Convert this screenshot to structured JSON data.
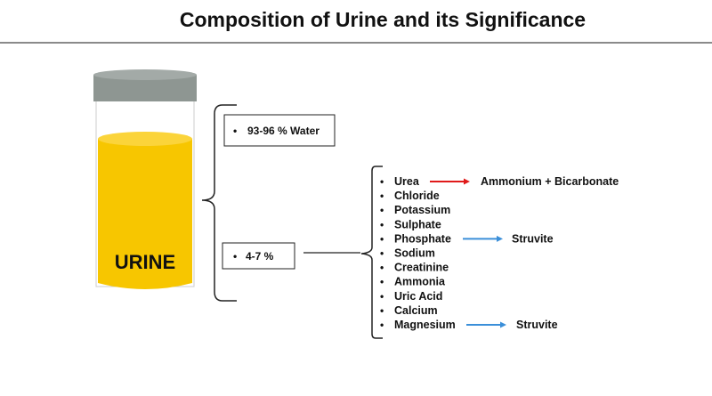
{
  "title": "Composition of Urine and its Significance",
  "jar_label": "URINE",
  "water_box": {
    "bullet": "•",
    "text": "93-96 % Water"
  },
  "solids_box": {
    "bullet": "•",
    "text": "4-7 %"
  },
  "components": [
    {
      "name": "Urea",
      "product": "Ammonium + Bicarbonate",
      "arrow_color": "#e01a1a"
    },
    {
      "name": "Chloride"
    },
    {
      "name": "Potassium"
    },
    {
      "name": "Sulphate"
    },
    {
      "name": "Phosphate",
      "product": "Struvite",
      "arrow_color": "#3b8fd9"
    },
    {
      "name": "Sodium"
    },
    {
      "name": "Creatinine"
    },
    {
      "name": "Ammonia"
    },
    {
      "name": "Uric Acid"
    },
    {
      "name": "Calcium"
    },
    {
      "name": "Magnesium",
      "product": "Struvite",
      "arrow_color": "#3b8fd9"
    }
  ],
  "colors": {
    "liquid": "#f7c600",
    "lid": "#8e9692",
    "line": "#333333"
  }
}
